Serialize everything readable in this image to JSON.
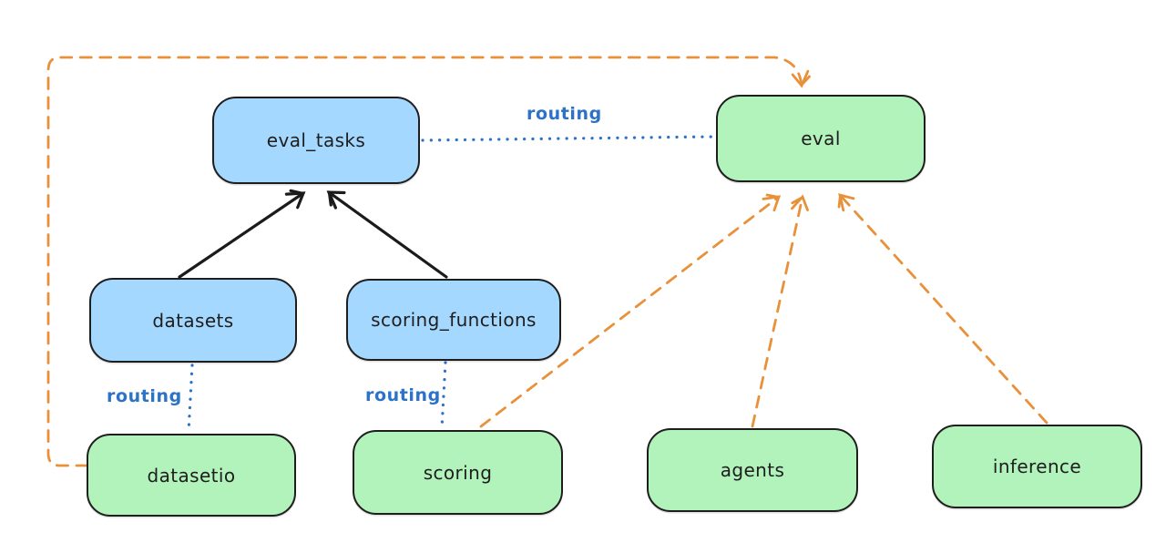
{
  "diagram": {
    "nodes": {
      "eval_tasks": {
        "label": "eval_tasks",
        "fill": "blue"
      },
      "eval": {
        "label": "eval",
        "fill": "green"
      },
      "datasets": {
        "label": "datasets",
        "fill": "blue"
      },
      "scoring_functions": {
        "label": "scoring_functions",
        "fill": "blue"
      },
      "datasetio": {
        "label": "datasetio",
        "fill": "green"
      },
      "scoring": {
        "label": "scoring",
        "fill": "green"
      },
      "agents": {
        "label": "agents",
        "fill": "green"
      },
      "inference": {
        "label": "inference",
        "fill": "green"
      }
    },
    "edge_labels": {
      "eval_tasks_eval": "routing",
      "datasets_datasetio": "routing",
      "scoring_functions_scoring": "routing"
    },
    "edges": [
      {
        "from": "datasets",
        "to": "eval_tasks",
        "style": "solid-black-arrow"
      },
      {
        "from": "scoring_functions",
        "to": "eval_tasks",
        "style": "solid-black-arrow"
      },
      {
        "from": "eval_tasks",
        "to": "eval",
        "style": "dotted-blue",
        "label": "routing"
      },
      {
        "from": "datasets",
        "to": "datasetio",
        "style": "dotted-blue",
        "label": "routing"
      },
      {
        "from": "scoring_functions",
        "to": "scoring",
        "style": "dotted-blue",
        "label": "routing"
      },
      {
        "from": "datasetio",
        "to": "eval",
        "style": "dashed-orange-arrow"
      },
      {
        "from": "scoring",
        "to": "eval",
        "style": "dashed-orange-arrow"
      },
      {
        "from": "agents",
        "to": "eval",
        "style": "dashed-orange-arrow"
      },
      {
        "from": "inference",
        "to": "eval",
        "style": "dashed-orange-arrow"
      }
    ]
  },
  "palette": {
    "background": "#ffffff",
    "node_stroke": "#1e1e1e",
    "blue_node_fill": "#a5d8ff",
    "green_node_fill": "#b2f2bb",
    "orange_edge": "#e8913a",
    "routing_blue": "#2b72c8",
    "black_edge": "#1b1b1b"
  }
}
